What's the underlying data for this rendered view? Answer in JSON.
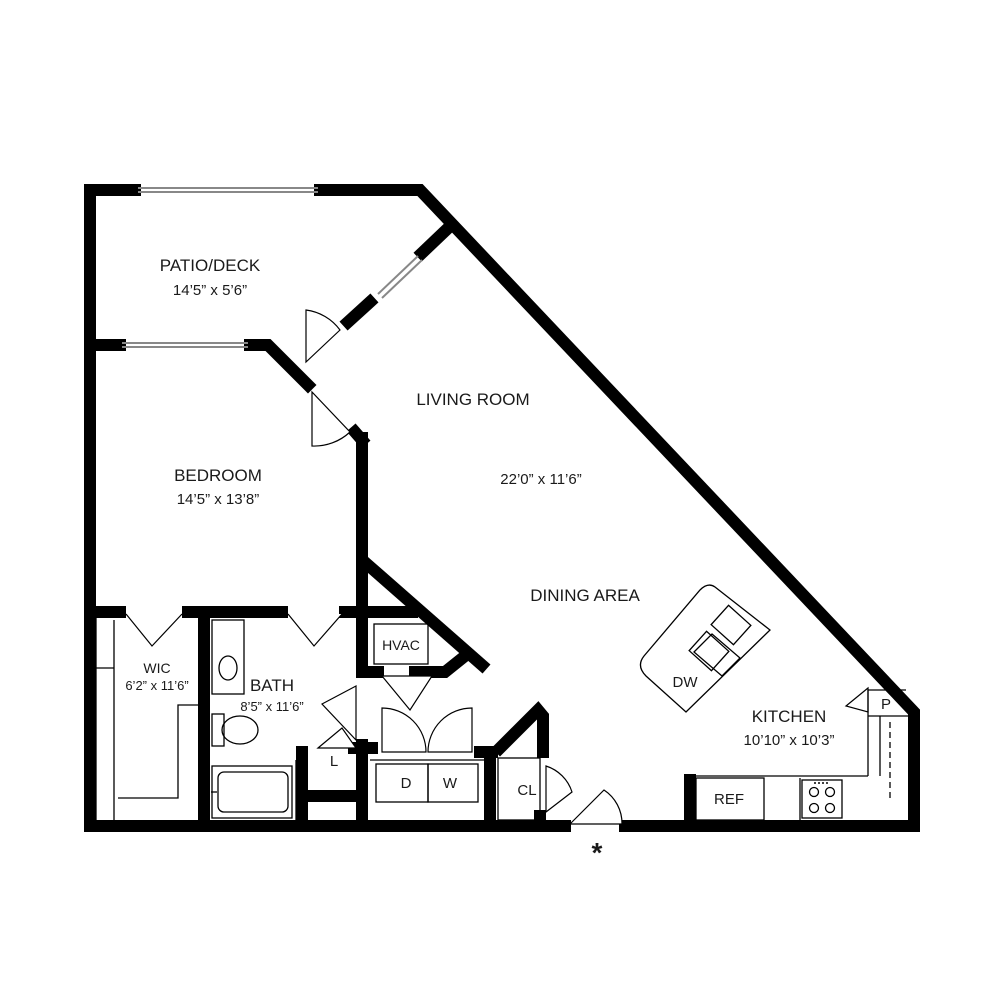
{
  "rooms": {
    "patio": {
      "name": "PATIO/DECK",
      "dims": "14’5” x 5’6”"
    },
    "living": {
      "name": "LIVING ROOM",
      "dims": "22’0” x 11’6”"
    },
    "dining": {
      "name": "DINING AREA"
    },
    "bedroom": {
      "name": "BEDROOM",
      "dims": "14’5” x 13’8”"
    },
    "wic": {
      "name": "WIC",
      "dims": "6’2” x 11’6”"
    },
    "bath": {
      "name": "BATH",
      "dims": "8’5” x 11’6”"
    },
    "kitchen": {
      "name": "KITCHEN",
      "dims": "10’10” x 10’3”"
    }
  },
  "fixtures": {
    "hvac": "HVAC",
    "dishwasher": "DW",
    "pantry": "P",
    "linen": "L",
    "dryer": "D",
    "washer": "W",
    "closet": "CL",
    "refrigerator": "REF"
  },
  "entry_marker": "*"
}
